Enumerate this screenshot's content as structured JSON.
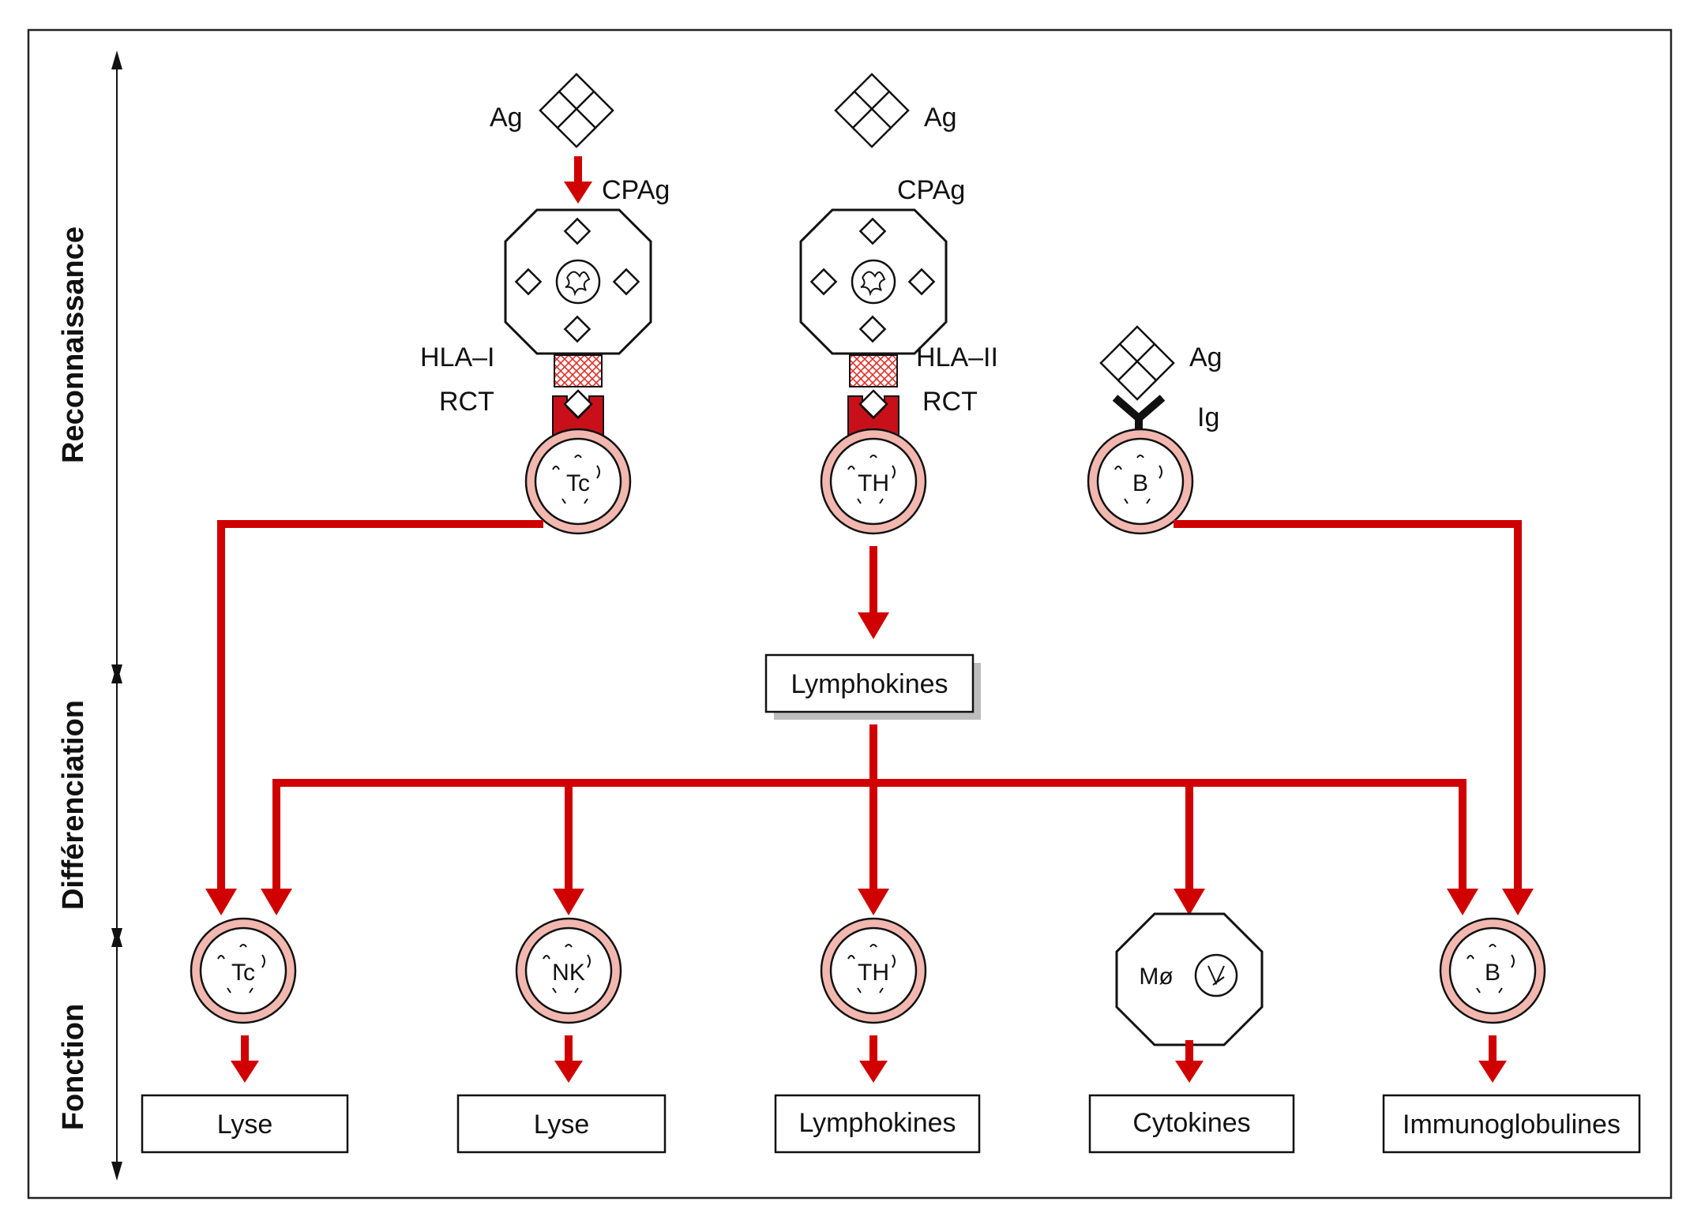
{
  "colors": {
    "arrow": "#d00000",
    "cell_ring": "#f2b8b0",
    "receptor": "#c8101a",
    "hla_hatch": "#e0302a",
    "frame": "#222222",
    "shadow": "#bdbdbd"
  },
  "axis": {
    "top": "Reconnaissance",
    "middle": "Différenciation",
    "bottom": "Fonction"
  },
  "recognition": {
    "left": {
      "ag": "Ag",
      "cpag": "CPAg",
      "hla": "HLA–I",
      "rct": "RCT",
      "cell": "Tc"
    },
    "center": {
      "ag": "Ag",
      "cpag": "CPAg",
      "hla": "HLA–II",
      "rct": "RCT",
      "cell": "TH"
    },
    "right": {
      "ag": "Ag",
      "ig": "Ig",
      "cell": "B"
    }
  },
  "lymphokines_mid": "Lymphokines",
  "function_row": [
    {
      "cell": "Tc",
      "output": "Lyse"
    },
    {
      "cell": "NK",
      "output": "Lyse"
    },
    {
      "cell": "TH",
      "output": "Lymphokines"
    },
    {
      "cell": "Mø",
      "output": "Cytokines"
    },
    {
      "cell": "B",
      "output": "Immunoglobulines"
    }
  ]
}
